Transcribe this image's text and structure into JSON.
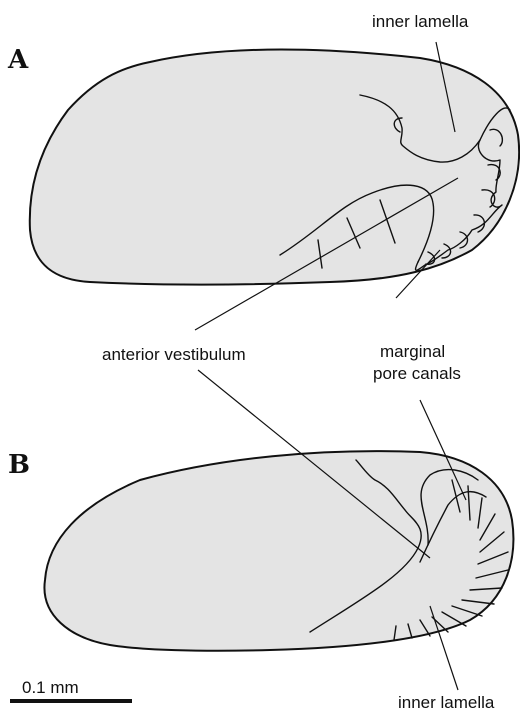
{
  "panels": {
    "a": {
      "letter": "A"
    },
    "b": {
      "letter": "B"
    }
  },
  "labels": {
    "inner_lamella_top": "inner lamella",
    "anterior_vestibulum": "anterior vestibulum",
    "marginal_pore_canals_line1": "marginal",
    "marginal_pore_canals_line2": "pore canals",
    "inner_lamella_bottom": "inner lamella"
  },
  "scale_bar": {
    "label": "0.1 mm"
  }
}
